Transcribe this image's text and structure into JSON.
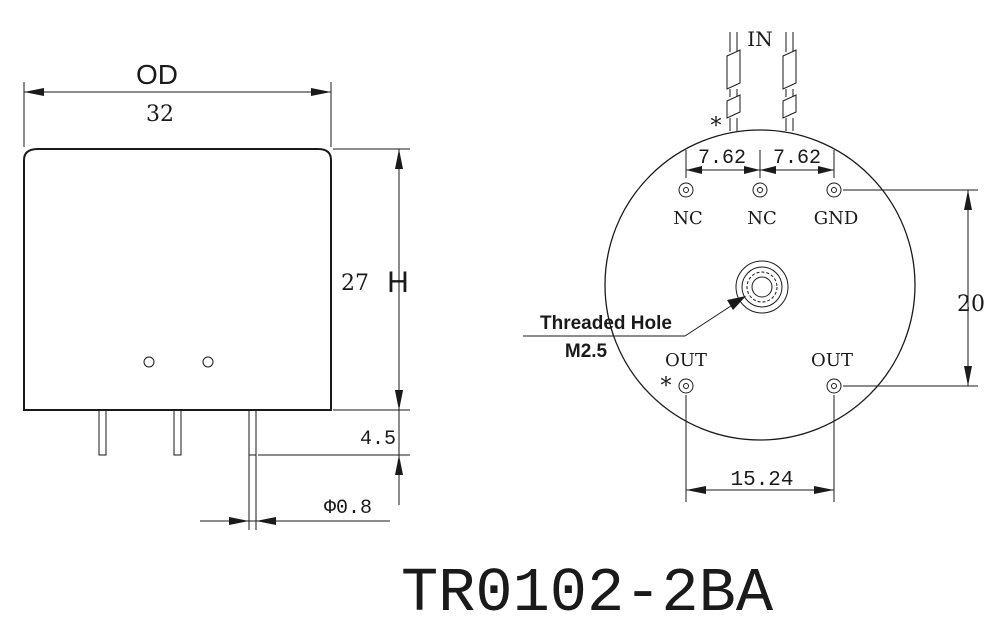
{
  "side_view": {
    "od_label": "OD",
    "od_value": "32",
    "h_label": "H",
    "h_value": "27",
    "pin_length": "4.5",
    "pin_diameter": "Φ0.8"
  },
  "bottom_view": {
    "in_label": "IN",
    "star_mark": "*",
    "pitch_left": "7.62",
    "pitch_right": "7.62",
    "pin_nc_1": "NC",
    "pin_nc_2": "NC",
    "pin_gnd": "GND",
    "pin_out_left": "OUT",
    "pin_out_right": "OUT",
    "out_star_mark": "*",
    "out_spacing": "15.24",
    "row_spacing": "20",
    "hole_label_line1": "Threaded Hole",
    "hole_label_line2": "M2.5"
  },
  "model_name": "TR0102-2BA"
}
